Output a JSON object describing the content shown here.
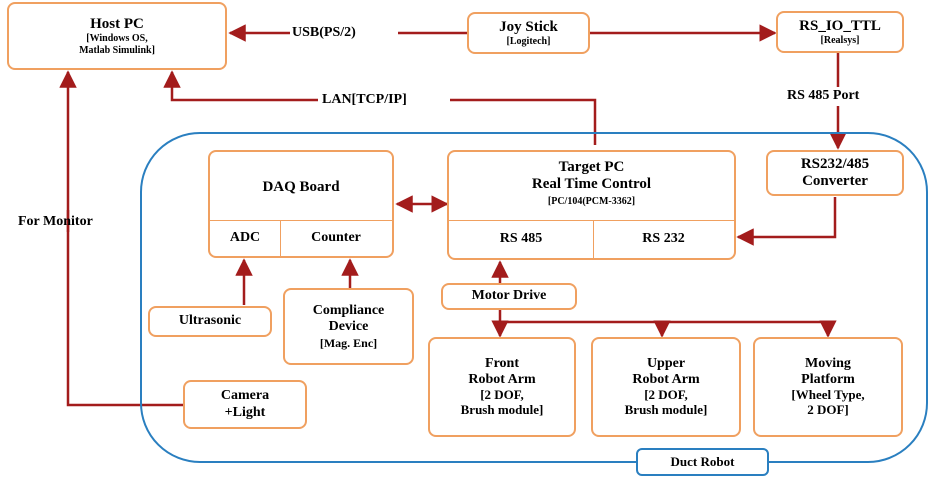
{
  "colors": {
    "wire": "#a31c1c",
    "box_border": "#f0a060",
    "frame_border": "#2a7fc0"
  },
  "host_pc": {
    "title": "Host PC",
    "sub1": "[Windows OS,",
    "sub2": "Matlab Simulink]"
  },
  "joystick": {
    "title": "Joy Stick",
    "sub": "[Logitech]"
  },
  "rs_io": {
    "title": "RS_IO_TTL",
    "sub": "[Realsys]"
  },
  "converter": {
    "line1": "RS232/485",
    "line2": "Converter"
  },
  "target_pc": {
    "line1": "Target PC",
    "line2": "Real Time Control",
    "sub": "[PC/104(PCM-3362]",
    "port1": "RS 485",
    "port2": "RS 232"
  },
  "daq": {
    "title": "DAQ Board",
    "port1": "ADC",
    "port2": "Counter"
  },
  "ultrasonic": {
    "label": "Ultrasonic"
  },
  "compliance": {
    "line1": "Compliance",
    "line2": "Device",
    "line3": "[Mag. Enc]"
  },
  "camera": {
    "line1": "Camera",
    "line2": "+Light"
  },
  "motor_drive": {
    "label": "Motor Drive"
  },
  "front_arm": {
    "line1": "Front",
    "line2": "Robot Arm",
    "line3": "[2 DOF,",
    "line4": "Brush module]"
  },
  "upper_arm": {
    "line1": "Upper",
    "line2": "Robot Arm",
    "line3": "[2 DOF,",
    "line4": "Brush module]"
  },
  "platform": {
    "line1": "Moving",
    "line2": "Platform",
    "line3": "[Wheel Type,",
    "line4": "2 DOF]"
  },
  "labels": {
    "usb": "USB(PS/2)",
    "lan": "LAN[TCP/IP]",
    "rs485_port": "RS 485 Port",
    "monitor": "For Monitor"
  },
  "frame": {
    "label": "Duct Robot"
  }
}
